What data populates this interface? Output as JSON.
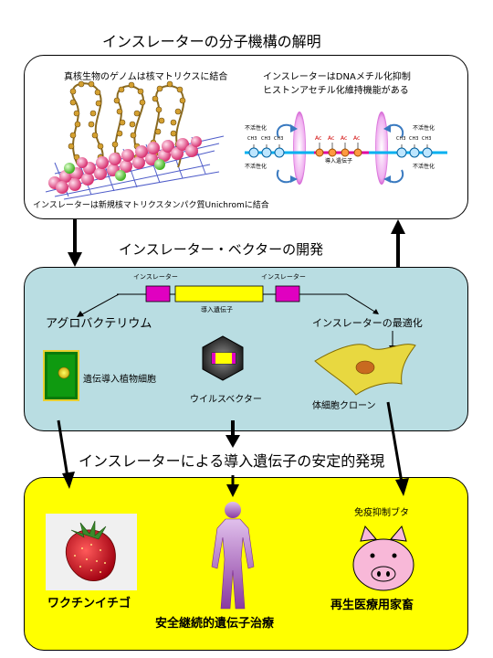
{
  "top_section": {
    "title": "インスレーターの分子機構の解明",
    "left_caption_top": "真核生物のゲノムは核マトリクスに結合",
    "left_caption_bottom": "インスレーターは新規核マトリクスタンパク質Unichromに結合",
    "right_caption_line1": "インスレーターはDNAメチル化抑制",
    "right_caption_line2": "ヒストンアセチル化維持機能がある",
    "inactivation_label": "不活性化",
    "methyl_label": "CH3",
    "acetyl_label": "Ac",
    "transgene_label": "導入遺伝子"
  },
  "middle_section": {
    "title": "インスレーター・ベクターの開発",
    "insulator_label": "インスレーター",
    "transgene_label": "導入遺伝子",
    "agrobacterium_label": "アグロバクテリウム",
    "plant_cell_label": "遺伝導入植物細胞",
    "virus_vector_label": "ウイルスベクター",
    "optimization_label": "インスレーターの最適化",
    "somatic_clone_label": "体細胞クローン"
  },
  "bottom_section": {
    "title": "インスレーターによる導入遺伝子の安定的発現",
    "strawberry_label": "ワクチンイチゴ",
    "gene_therapy_label": "安全継続的遺伝子治療",
    "pig_caption": "免疫抑制ブタ",
    "livestock_label": "再生医療用家畜"
  },
  "colors": {
    "top_panel_fill": "#ffffff",
    "middle_panel_fill": "#b9dde2",
    "bottom_panel_fill": "#ffff00",
    "insulator_box": "#e000c0",
    "transgene_box": "#ffff00",
    "dna_line": "#00b0f0",
    "plant_cell": "#0a8a0a",
    "pig_pink": "#f8b8d8",
    "body_purple": "#b070c0"
  }
}
